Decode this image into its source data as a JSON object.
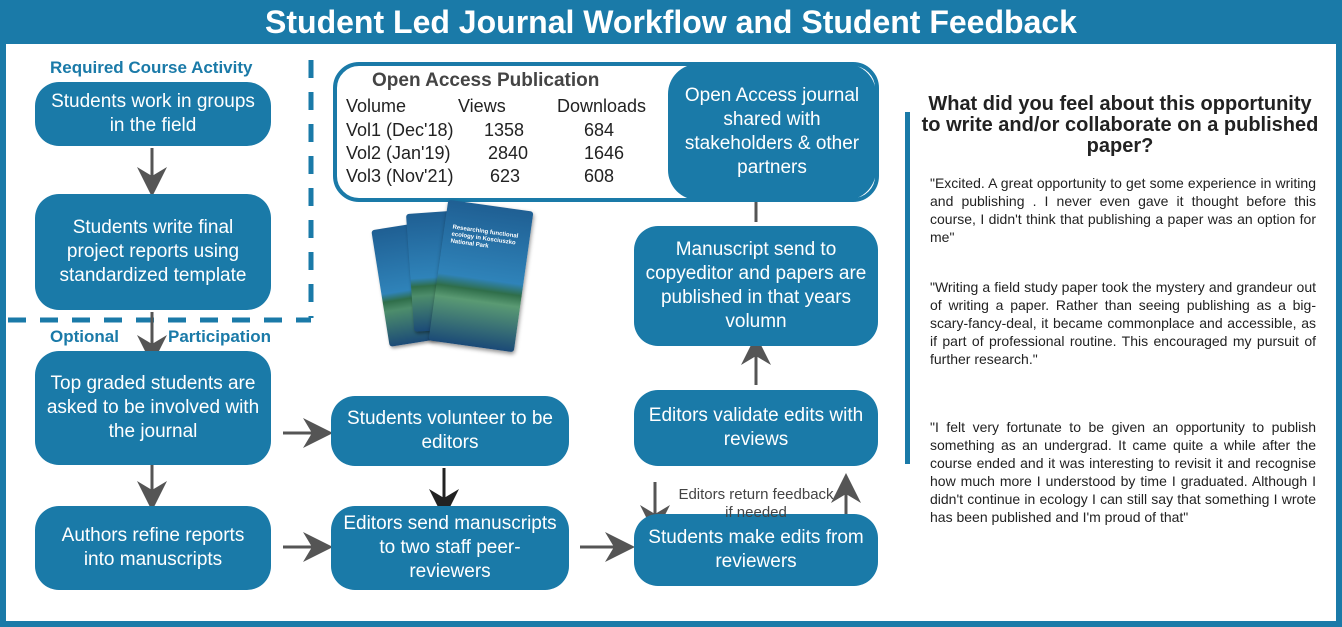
{
  "title": "Student Led Journal Workflow and Student Feedback",
  "required_label": "Required Course Activity",
  "optional_label": "Optional",
  "participation_label": "Participation",
  "boxes": {
    "work_groups": "Students work in groups in the field",
    "write_reports": "Students write final project reports using standardized template",
    "top_graded": "Top graded students are asked to be involved with the journal",
    "refine": "Authors refine reports into manuscripts",
    "volunteer": "Students volunteer to be editors",
    "send_reviewers": "Editors send manuscripts to two staff peer-reviewers",
    "make_edits": "Students make edits from reviewers",
    "validate": "Editors validate edits with reviews",
    "copyeditor": "Manuscript send to copyeditor and papers are published in that years volumn",
    "shared": "Open Access journal shared with stakeholders & other partners"
  },
  "editors_return": "Editors return feedback if needed",
  "publication": {
    "title": "Open Access Publication",
    "headers": [
      "Volume",
      "Views",
      "Downloads"
    ],
    "rows": [
      {
        "volume": "Vol1 (Dec'18)",
        "views": "1358",
        "downloads": "684"
      },
      {
        "volume": "Vol2 (Jan'19)",
        "views": "2840",
        "downloads": "1646"
      },
      {
        "volume": "Vol3 (Nov'21)",
        "views": "623",
        "downloads": "608"
      }
    ]
  },
  "book_cover_text": "Researching functional ecology in Kosciuszko National Park",
  "feedback": {
    "question": "What did you feel about this opportunity to write and/or collaborate on a published paper?",
    "quotes": [
      "\"Excited. A great opportunity to get some experience in writing and publishing . I never even gave it thought before this course, I didn't think that publishing a paper was an option for me\"",
      "\"Writing a field study paper took the mystery and grandeur out of writing a paper. Rather than seeing publishing as a big-scary-fancy-deal, it became commonplace and accessible, as if part of professional routine. This encouraged my pursuit of further research.\"",
      " \"I felt very fortunate to be given an opportunity to publish something as an undergrad. It came quite a while after the course ended and it was interesting to revisit it and recognise how much more I understood by time I graduated. Although I didn't continue in ecology I can still say that something I wrote has been published and I'm proud of that\""
    ]
  },
  "colors": {
    "accent": "#1a7aa8",
    "arrow": "#555555"
  }
}
